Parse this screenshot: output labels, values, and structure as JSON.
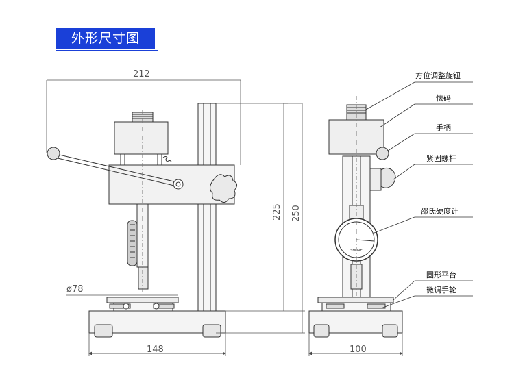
{
  "title": "外形尺寸图",
  "dimensions": {
    "overall_width": "212",
    "column_height": "225",
    "total_height": "250",
    "platform_diameter": "ø78",
    "base_width_front": "148",
    "base_width_side": "100"
  },
  "callouts": [
    "方位调整旋钮",
    "怯码",
    "手柄",
    "紧固螺杆",
    "邵氏硬度计",
    "圆形平台",
    "微调手轮"
  ],
  "gauge": {
    "brand_text": "SHORE"
  }
}
